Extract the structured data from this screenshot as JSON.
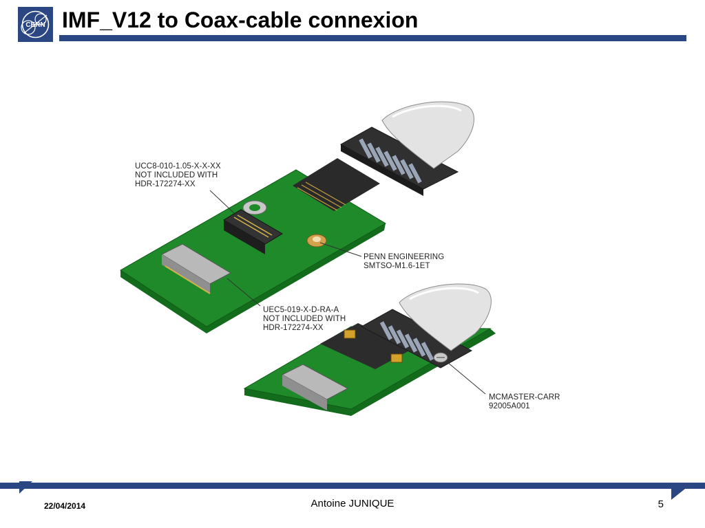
{
  "slide": {
    "title": "IMF_V12 to Coax-cable connexion",
    "logo_text": "CERN"
  },
  "callouts": {
    "ucc8": "UCC8-010-1.05-X-X-XX\nNOT INCLUDED WITH\nHDR-172274-XX",
    "penn": "PENN ENGINEERING\nSMTSO-M1.6-1ET",
    "uec5": "UEC5-019-X-D-RA-A\nNOT INCLUDED WITH\nHDR-172274-XX",
    "mcmaster": "MCMASTER-CARR\n92005A001"
  },
  "footer": {
    "date": "22/04/2014",
    "author": "Antoine JUNIQUE",
    "page": "5"
  },
  "colors": {
    "brand_blue": "#2a4683",
    "pcb_green": "#1f8a2a",
    "connector_black": "#2b2b2b",
    "cable_gray": "#d9d9d9"
  }
}
